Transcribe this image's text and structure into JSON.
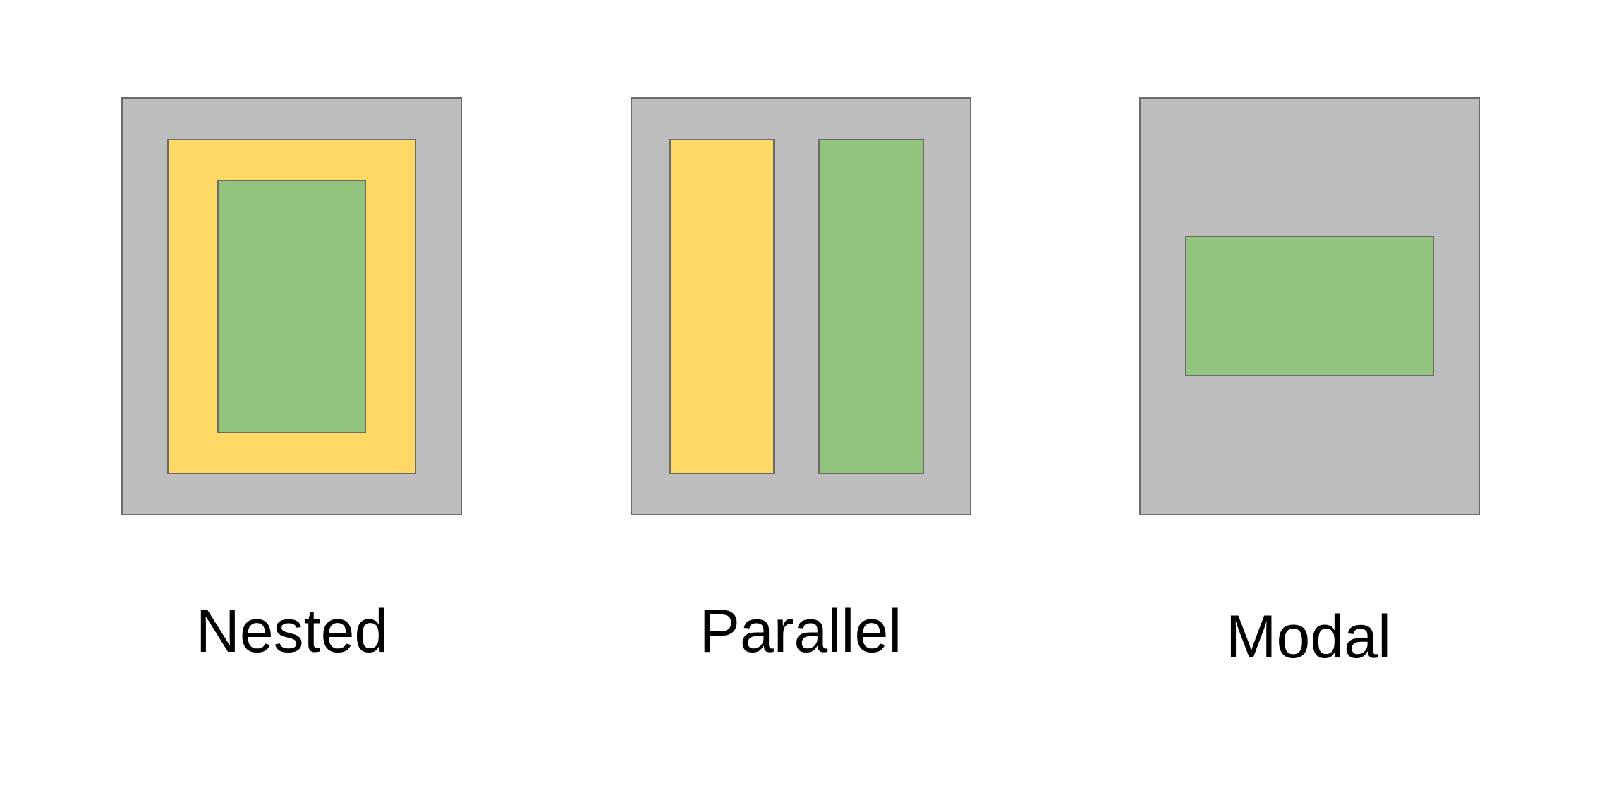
{
  "colors": {
    "background": "#ffffff",
    "container": "#bdbdbd",
    "outer_pane": "#fed966",
    "inner_pane": "#93c47d",
    "border": "#6b6b6b",
    "text": "#000000"
  },
  "diagrams": [
    {
      "label": "Nested"
    },
    {
      "label": "Parallel"
    },
    {
      "label": "Modal"
    }
  ]
}
